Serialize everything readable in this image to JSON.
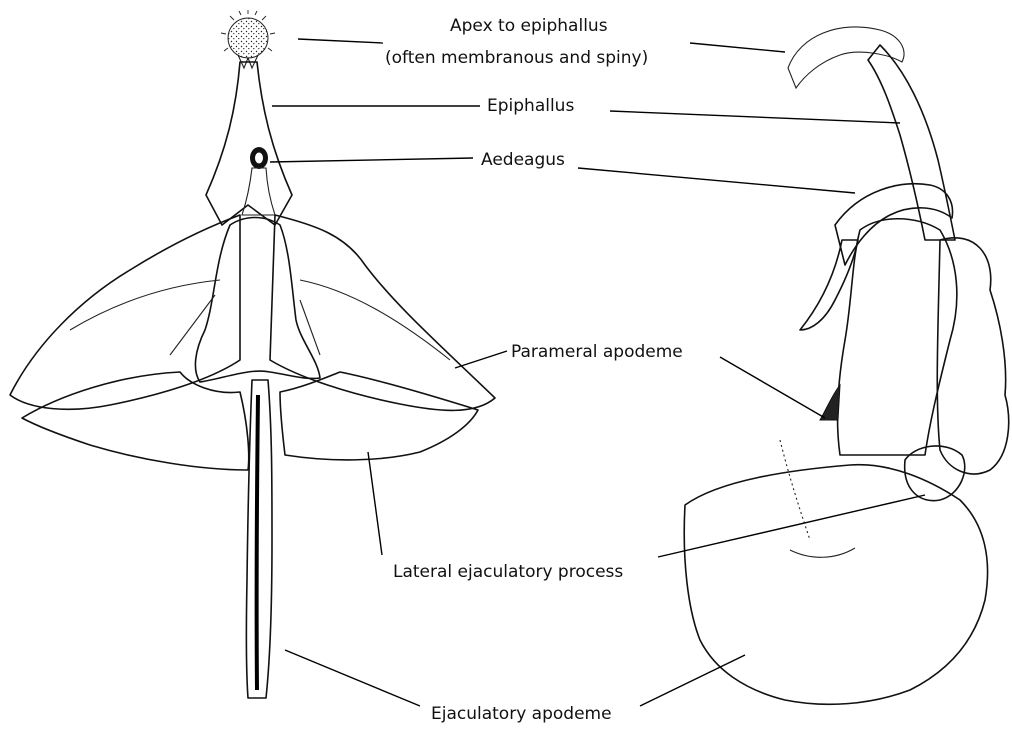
{
  "labels": {
    "apex_line1": "Apex to epiphallus",
    "apex_line2": "(often membranous and spiny)",
    "epiphallus": "Epiphallus",
    "aedeagus": "Aedeagus",
    "parameral": "Parameral apodeme",
    "lateral": "Lateral ejaculatory process",
    "ejaculatory": "Ejaculatory apodeme"
  },
  "colors": {
    "ink": "#111111",
    "paper": "#ffffff"
  }
}
